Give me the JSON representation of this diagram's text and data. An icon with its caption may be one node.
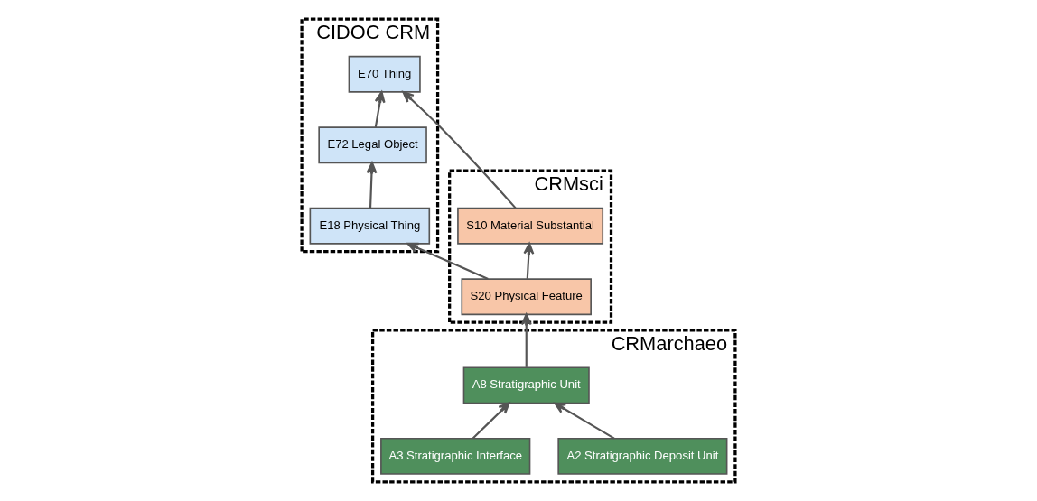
{
  "diagram": {
    "nodes": [
      {
        "text": [
          "CIDOC CRM"
        ]
      },
      {
        "text": [
          "E72 Legal Object"
        ],
        "in": 0
      },
      {
        "text": [
          "E18 Physical Thing"
        ],
        "in": 0
      },
      {
        "text": [
          "E70 Thing"
        ],
        "in": 0
      },
      {
        "text": [
          "CRMsci"
        ]
      },
      {
        "text": [
          "S10 Material Substantial"
        ],
        "in": 4
      },
      {
        "text": [
          "S20 Physical Feature"
        ],
        "in": 4
      },
      {
        "text": [
          "CRMarchaeo"
        ]
      },
      {
        "text": [
          "A8 Stratigraphic Unit"
        ],
        "in": 7
      },
      {
        "text": [
          "A2 Stratigraphic Deposit Unit"
        ],
        "in": 7
      },
      {
        "text": [
          "A3 Stratigraphic Interface"
        ],
        "in": 7
      }
    ],
    "edges": [
      {
        "from": 2,
        "to": 1,
        "arrow": "to"
      },
      {
        "from": 1,
        "to": 3,
        "arrow": "to"
      },
      {
        "from": 5,
        "to": 3,
        "arrow": "to"
      },
      {
        "from": 6,
        "to": 5,
        "arrow": "to"
      },
      {
        "from": 6,
        "to": 2,
        "arrow": "to"
      },
      {
        "from": 8,
        "to": 6,
        "arrow": "to"
      },
      {
        "from": 9,
        "to": 8,
        "arrow": "to"
      },
      {
        "from": 10,
        "to": 8,
        "arrow": "to"
      }
    ]
  }
}
